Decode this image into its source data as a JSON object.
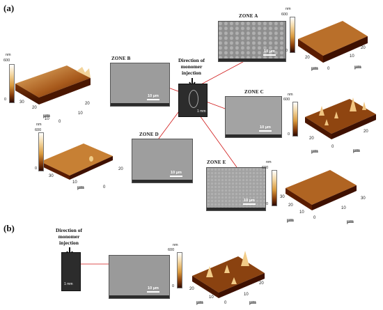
{
  "panels": {
    "a": "(a)",
    "b": "(b)"
  },
  "direction_label": [
    "Direction of",
    "monomer",
    "injection"
  ],
  "zones": {
    "a": "ZONE A",
    "b": "ZONE B",
    "c": "ZONE C",
    "d": "ZONE D",
    "e": "ZONE E"
  },
  "scale_bar": "10 μm",
  "sample_scale": "1 mm",
  "afm": {
    "unit_nm": "nm",
    "max": "600",
    "min": "0",
    "axis_unit": "μm",
    "t0": "0",
    "t10": "10",
    "t20": "20",
    "t30": "30"
  },
  "colors": {
    "afm_dark": "#5a1c00",
    "afm_light": "#e8b870",
    "connector": "#d01818",
    "sem_gray": "#9a9a9a"
  }
}
